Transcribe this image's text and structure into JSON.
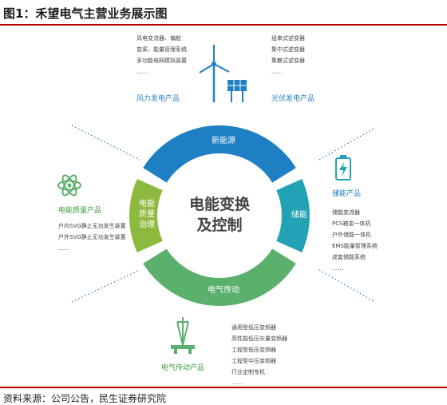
{
  "title": "图1：禾望电气主营业务展示图",
  "center_text": [
    "电能变换",
    "及控制"
  ],
  "ring": {
    "new_energy": {
      "label": "新能源",
      "color": "#1f7fc4"
    },
    "storage": {
      "label": "储能",
      "color": "#22a3b5"
    },
    "drive": {
      "label": "电气传动",
      "color": "#5ab06c"
    },
    "quality": {
      "label": [
        "电能",
        "质量",
        "治理"
      ],
      "color": "#8dba3e"
    }
  },
  "wind": {
    "category": "风力发电产品",
    "items": [
      "风电变流器、偏航",
      "变桨、能量管理系统",
      "多功能电网模拟装置",
      "……"
    ]
  },
  "solar": {
    "category": "光伏发电产品",
    "items": [
      "组串式逆变器",
      "集中式逆变器",
      "集散式逆变器",
      "……"
    ]
  },
  "quality_products": {
    "category": "电能质量产品",
    "items": [
      "户内SVG静止无功发生装置",
      "户外SVG静止无功发生装置",
      "……"
    ]
  },
  "storage_products": {
    "category": "储能产品",
    "items": [
      "储能变流器",
      "PCS箱变一体机",
      "户外储能一体机",
      "EMS能量管理系统",
      "成套储能系统",
      "……"
    ]
  },
  "drive_products": {
    "category": "电气传动产品",
    "items": [
      "通用型低压变频器",
      "高性能低压矢量变频器",
      "工程型低压变频器",
      "工程型中压变频器",
      "行业定制专机",
      "……"
    ]
  },
  "source": "资料来源：公司公告，民生证券研究院",
  "colors": {
    "accent_red": "#c00000",
    "category_blue": "#1f7fc4",
    "category_green": "#3d9a3a"
  }
}
